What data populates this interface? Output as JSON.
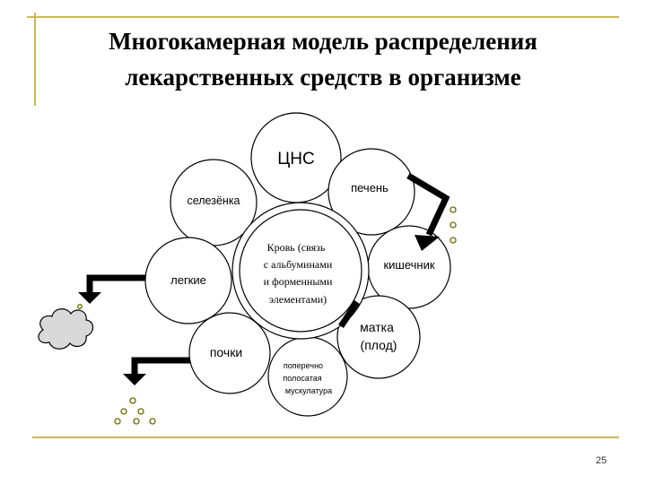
{
  "slide": {
    "title_line1": "Многокамерная модель распределения",
    "title_line2": "лекарственных средств в организме",
    "page_number": "25"
  },
  "diagram": {
    "center": [
      "Кровь (связь",
      "с альбуминами",
      "и форменными",
      "элементами)"
    ],
    "compartments": {
      "cns": "ЦНС",
      "liver": "печень",
      "spleen": "селезёнка",
      "intestine": "кишечник",
      "lungs": "легкие",
      "uterus": [
        "матка",
        "(плод)"
      ],
      "kidneys": "почки",
      "muscle": [
        "поперечно",
        "полосатая",
        "мускулатура"
      ]
    }
  },
  "colors": {
    "frame": "#c8b860",
    "ink": "#000000",
    "cloud_fill": "#d9d9d9"
  },
  "icons": [
    "lungs-exhale-arrow-icon",
    "cloud-icon",
    "kidney-excretion-arrow-icon",
    "liver-excretion-arrow-icon",
    "droplets-icon"
  ]
}
